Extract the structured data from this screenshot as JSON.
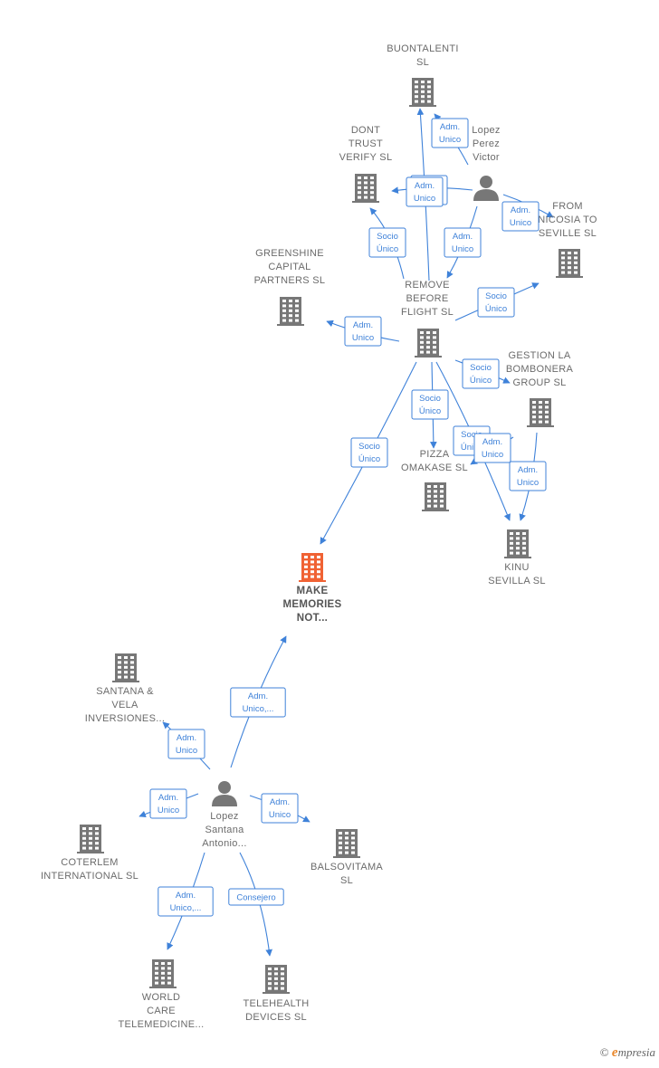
{
  "colors": {
    "edge": "#3f82d9",
    "company": "#777777",
    "main_company": "#f06234",
    "person": "#777777"
  },
  "nodes": {
    "buontalenti": {
      "lines": [
        "BUONTALENTI",
        "SL"
      ],
      "icon": "building-icon"
    },
    "lopez_perez": {
      "lines": [
        "Lopez",
        "Perez",
        "Victor"
      ],
      "icon": "person-icon"
    },
    "dont_trust": {
      "lines": [
        "DONT",
        "TRUST",
        "VERIFY  SL"
      ],
      "icon": "building-icon"
    },
    "from_nicosia": {
      "lines": [
        "FROM",
        "NICOSIA TO",
        "SEVILLE  SL"
      ],
      "icon": "building-icon"
    },
    "greenshine": {
      "lines": [
        "GREENSHINE",
        "CAPITAL",
        "PARTNERS  SL"
      ],
      "icon": "building-icon"
    },
    "remove_before": {
      "lines": [
        "REMOVE",
        "BEFORE",
        "FLIGHT  SL"
      ],
      "icon": "building-icon"
    },
    "gestion_la": {
      "lines": [
        "GESTION LA",
        "BOMBONERA",
        "GROUP  SL"
      ],
      "icon": "building-icon"
    },
    "pizza": {
      "lines": [
        "PIZZA",
        "OMAKASE  SL"
      ],
      "icon": "building-icon"
    },
    "kinu": {
      "lines": [
        "KINU",
        "SEVILLA  SL"
      ],
      "icon": "building-icon"
    },
    "make_memories": {
      "lines": [
        "MAKE",
        "MEMORIES",
        "NOT..."
      ],
      "icon": "building-icon"
    },
    "santana_vela": {
      "lines": [
        "SANTANA &",
        "VELA",
        "INVERSIONES..."
      ],
      "icon": "building-icon"
    },
    "lopez_santana": {
      "lines": [
        "Lopez",
        "Santana",
        "Antonio..."
      ],
      "icon": "person-icon"
    },
    "coterlem": {
      "lines": [
        "COTERLEM",
        "INTERNATIONAL SL"
      ],
      "icon": "building-icon"
    },
    "balsovitama": {
      "lines": [
        "BALSOVITAMA",
        "SL"
      ],
      "icon": "building-icon"
    },
    "world_care": {
      "lines": [
        "WORLD",
        "CARE",
        "TELEMEDICINE..."
      ],
      "icon": "building-icon"
    },
    "telehealth": {
      "lines": [
        "TELEHEALTH",
        "DEVICES  SL"
      ],
      "icon": "building-icon"
    }
  },
  "edges": [
    {
      "from": "lopez_perez",
      "to": "buontalenti",
      "label": [
        "Adm.",
        "Unico"
      ]
    },
    {
      "from": "lopez_perez",
      "to": "dont_trust",
      "label": [
        "Adm.",
        "Unico"
      ]
    },
    {
      "from": "lopez_perez",
      "to": "from_nicosia",
      "label": [
        "Adm.",
        "Unico"
      ]
    },
    {
      "from": "lopez_perez",
      "to": "remove_before",
      "label": [
        "Adm.",
        "Unico"
      ]
    },
    {
      "from": "remove_before",
      "to": "buontalenti",
      "label": [
        "Adm.",
        "Unico"
      ]
    },
    {
      "from": "remove_before",
      "to": "dont_trust",
      "label": [
        "Socio",
        "Único"
      ]
    },
    {
      "from": "remove_before",
      "to": "greenshine",
      "label": [
        "Adm.",
        "Unico"
      ]
    },
    {
      "from": "remove_before",
      "to": "from_nicosia",
      "label": [
        "Socio",
        "Único"
      ]
    },
    {
      "from": "remove_before",
      "to": "gestion_la",
      "label": [
        "Socio",
        "Único"
      ]
    },
    {
      "from": "remove_before",
      "to": "pizza",
      "label": [
        "Socio",
        "Único"
      ]
    },
    {
      "from": "remove_before",
      "to": "kinu",
      "label": [
        "Socio",
        "Único"
      ]
    },
    {
      "from": "remove_before",
      "to": "make_memories",
      "label": [
        "Socio",
        "Único"
      ]
    },
    {
      "from": "gestion_la",
      "to": "kinu",
      "label": [
        "Adm.",
        "Unico"
      ]
    },
    {
      "from": "gestion_la",
      "to": "pizza",
      "label": [
        "Adm.",
        "Unico"
      ]
    },
    {
      "from": "lopez_santana",
      "to": "make_memories",
      "label": [
        "Adm.",
        "Unico,..."
      ]
    },
    {
      "from": "lopez_santana",
      "to": "santana_vela",
      "label": [
        "Adm.",
        "Unico"
      ]
    },
    {
      "from": "lopez_santana",
      "to": "coterlem",
      "label": [
        "Adm.",
        "Unico"
      ]
    },
    {
      "from": "lopez_santana",
      "to": "balsovitama",
      "label": [
        "Adm.",
        "Unico"
      ]
    },
    {
      "from": "lopez_santana",
      "to": "world_care",
      "label": [
        "Adm.",
        "Unico,..."
      ]
    },
    {
      "from": "lopez_santana",
      "to": "telehealth",
      "label": [
        "Consejero"
      ]
    }
  ],
  "footer": {
    "copyright": "©",
    "brand_initial": "e",
    "brand_rest": "mpresia"
  }
}
